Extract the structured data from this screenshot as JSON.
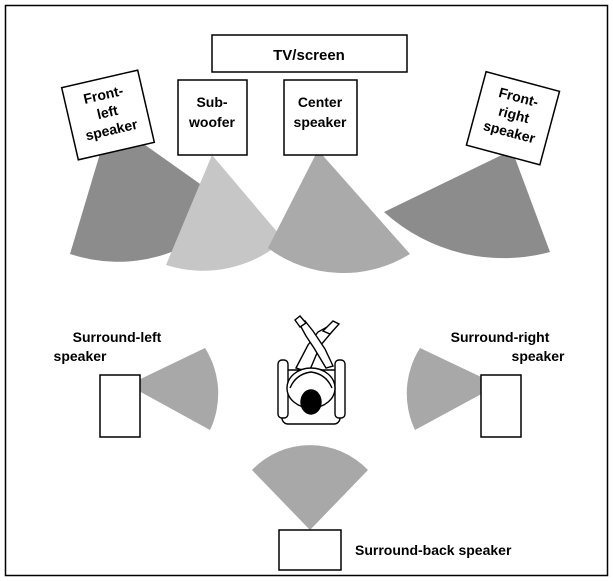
{
  "colors": {
    "background": "#ffffff",
    "outline": "#000000",
    "front_beam": "#8c8c8c",
    "subwoofer_beam": "#c6c6c6",
    "center_beam": "#aaaaaa",
    "surround_beam": "#a8a8a8",
    "listener_head": "#000000"
  },
  "labels": {
    "tv": "TV/screen",
    "front_left": [
      "Front-",
      "left",
      "speaker"
    ],
    "subwoofer": [
      "Sub-",
      "woofer"
    ],
    "center": [
      "Center",
      "speaker"
    ],
    "front_right": [
      "Front-",
      "right",
      "speaker"
    ],
    "surround_left": [
      "Surround-left",
      "speaker"
    ],
    "surround_right": [
      "Surround-right",
      "speaker"
    ],
    "surround_back": "Surround-back speaker"
  },
  "icons": {
    "listener": "listener-in-chair-icon"
  }
}
